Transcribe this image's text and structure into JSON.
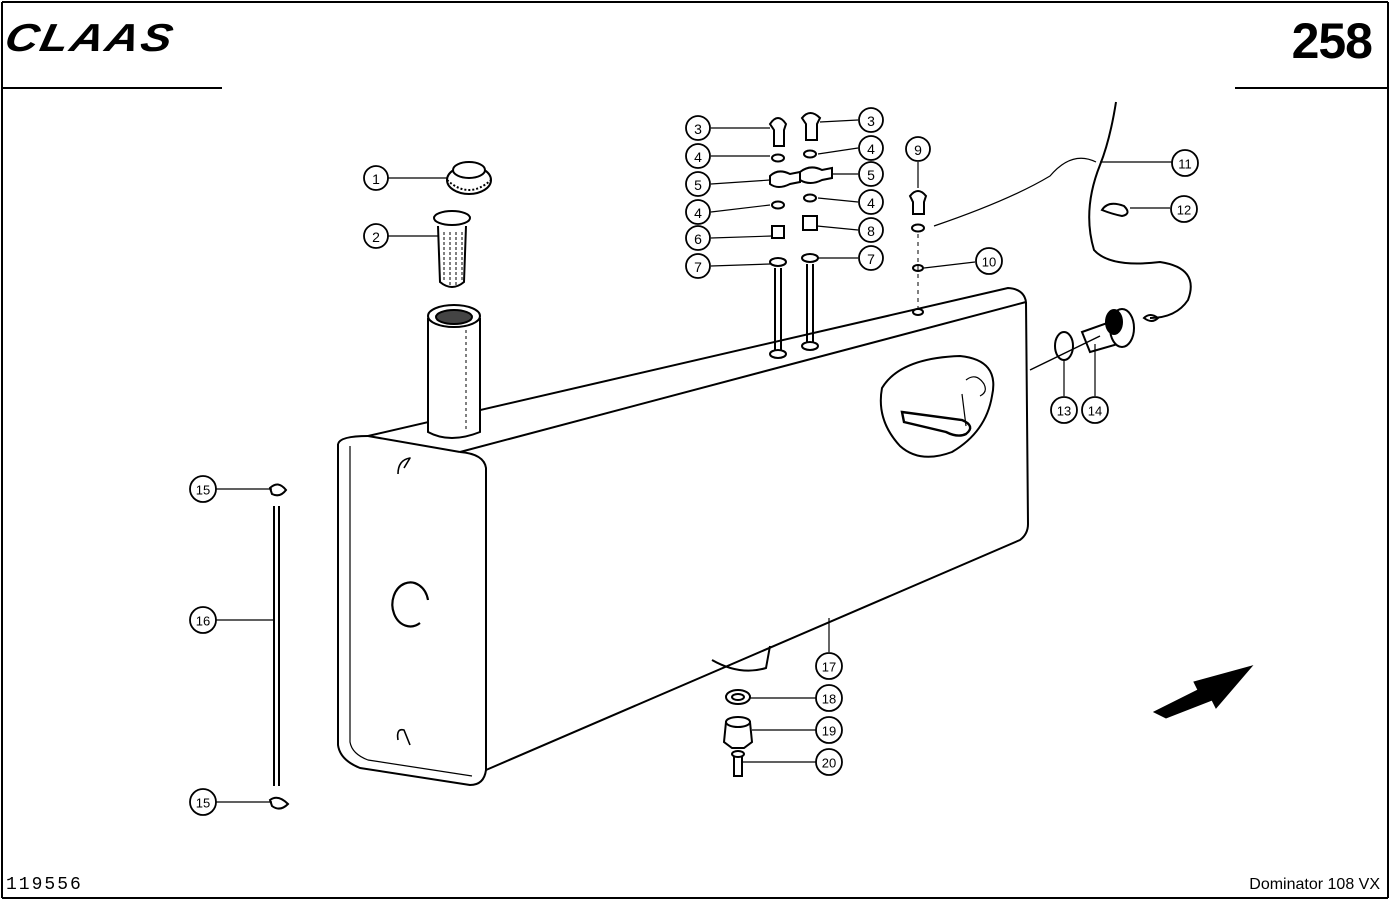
{
  "header": {
    "brand": "CLAAS",
    "page_number": "258"
  },
  "footer": {
    "document_number": "119556",
    "model": "Dominator 108 VX"
  },
  "callouts": {
    "c1": "1",
    "c2": "2",
    "c3a": "3",
    "c3b": "3",
    "c4a": "4",
    "c4b": "4",
    "c4c": "4",
    "c4d": "4",
    "c5a": "5",
    "c5b": "5",
    "c6": "6",
    "c7a": "7",
    "c7b": "7",
    "c8": "8",
    "c9": "9",
    "c10": "10",
    "c11": "11",
    "c12": "12",
    "c13": "13",
    "c14": "14",
    "c15a": "15",
    "c15b": "15",
    "c16": "16",
    "c17": "17",
    "c18": "18",
    "c19": "19",
    "c20": "20"
  }
}
